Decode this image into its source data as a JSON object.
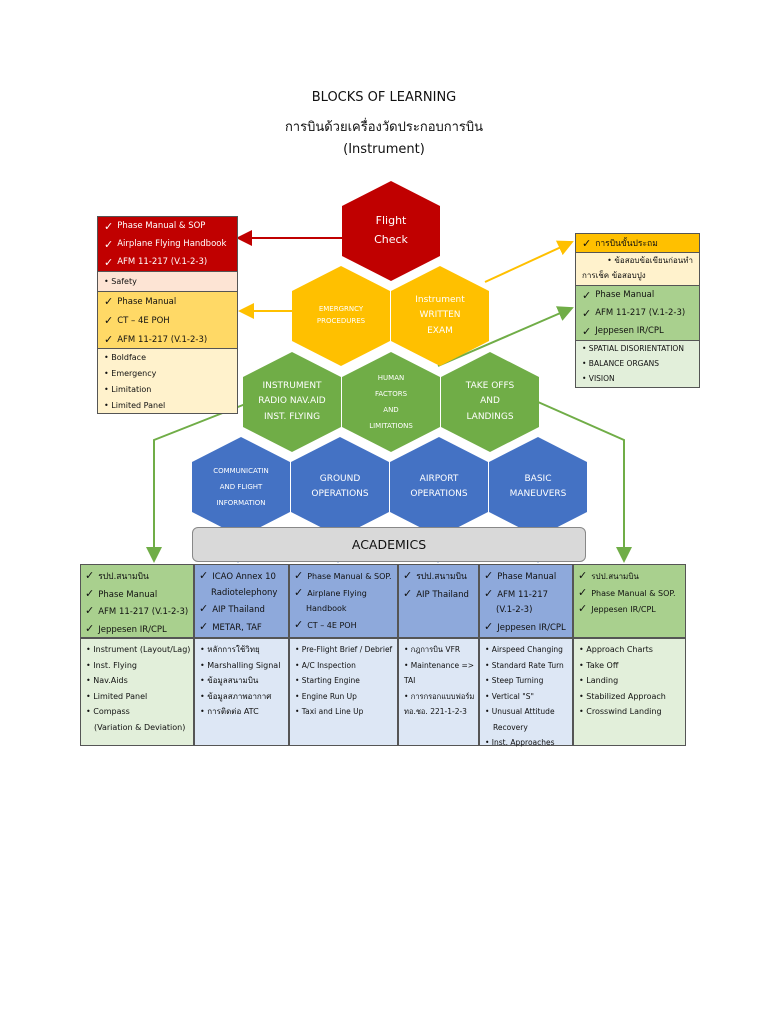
{
  "title": {
    "line1": "BLOCKS OF LEARNING",
    "line2": "การบินด้วยเครื่องวัดประกอบการบิน",
    "line3": "(Instrument)"
  },
  "hexagons": {
    "flight_check": [
      "Flight",
      "Check"
    ],
    "emergency": [
      "EMERGRNCY",
      "PROCEDURES"
    ],
    "instrument_written": [
      "Instrument",
      "WRITTEN",
      "EXAM"
    ],
    "instrument_radio": [
      "INSTRUMENT",
      "RADIO NAV.AID",
      "INST. FLYING"
    ],
    "human_factors": [
      "HUMAN",
      "FACTORS",
      "AND",
      "LIMITATIONS"
    ],
    "takeoffs": [
      "TAKE OFFS",
      "AND",
      "LANDINGS"
    ],
    "communication": [
      "COMMUNICATIN",
      "AND FLIGHT",
      "INFORMATION"
    ],
    "ground_ops": [
      "GROUND",
      "OPERATIONS"
    ],
    "airport_ops": [
      "AIRPORT",
      "OPERATIONS"
    ],
    "basic": [
      "BASIC",
      "MANEUVERS"
    ]
  },
  "left_boxes": {
    "red": [
      "Phase Manual & SOP",
      "Airplane Flying Handbook",
      "AFM 11-217 (V.1-2-3)"
    ],
    "red_sub": [
      "• Safety"
    ],
    "yellow": [
      "Phase Manual",
      "CT – 4E POH",
      "AFM 11-217 (V.1-2-3)"
    ],
    "yellow_sub": [
      "• Boldface",
      "• Emergency",
      "• Limitation",
      "• Limited Panel"
    ]
  },
  "right_boxes": {
    "yellow": [
      "การบินขั้นประถม"
    ],
    "yellow_sub": [
      "• ข้อสอบข้อเขียนก่อนทำ",
      "การเช็ค ข้อสอบปูง"
    ],
    "green": [
      "Phase Manual",
      "AFM 11-217 (V.1-2-3)",
      "Jeppesen IR/CPL"
    ],
    "green_sub": [
      "• SPATIAL DISORIENTATION",
      "• BALANCE ORGANS",
      "• VISION"
    ]
  },
  "academics": "ACADEMICS",
  "columns": [
    {
      "head": [
        "รปป.สนามบิน",
        "Phase Manual",
        "AFM 11-217 (V.1-2-3)",
        "Jeppesen IR/CPL"
      ],
      "body": [
        "• Instrument (Layout/Lag)",
        "• Inst. Flying",
        "• Nav.Aids",
        "• Limited Panel",
        "• Compass",
        "(Variation & Deviation)"
      ]
    },
    {
      "head": [
        "ICAO Annex 10",
        "Radiotelephony",
        "AIP Thailand",
        "METAR, TAF"
      ],
      "body": [
        "• หลักการใช้วิทยุ",
        "• Marshalling Signal",
        "• ข้อมูลสนามบิน",
        "• ข้อมูลสภาพอากาศ",
        "• การติดต่อ ATC"
      ]
    },
    {
      "head": [
        "Phase Manual & SOP.",
        "Airplane Flying",
        "Handbook",
        "CT – 4E POH"
      ],
      "body": [
        "• Pre-Flight Brief / Debrief",
        "• A/C Inspection",
        "• Starting Engine",
        "• Engine Run Up",
        "• Taxi and Line Up"
      ]
    },
    {
      "head": [
        "รปป.สนามบิน",
        "AIP Thailand"
      ],
      "body": [
        "• กฎการบิน VFR",
        "• Maintenance =>",
        "TAI",
        "• การกรอกแบบฟอร์ม",
        "ทอ.ชอ. 221-1-2-3"
      ]
    },
    {
      "head": [
        "Phase Manual",
        "AFM 11-217",
        "(V.1-2-3)",
        "Jeppesen IR/CPL"
      ],
      "body": [
        "• Airspeed Changing",
        "• Standard Rate Turn",
        "• Steep Turning",
        "• Vertical \"S\"",
        "• Unusual Attitude",
        "Recovery",
        "• Inst. Approaches"
      ]
    },
    {
      "head": [
        "รปป.สนามบิน",
        "Phase Manual & SOP.",
        "Jeppesen IR/CPL"
      ],
      "body": [
        "• Approach Charts",
        "• Take Off",
        "• Landing",
        "• Stabilized Approach",
        "• Crosswind Landing"
      ]
    }
  ],
  "colors": {
    "red": "#c00000",
    "red_light": "#fde4d4",
    "yellow": "#ffc000",
    "yellow_box": "#ffd966",
    "yellow_light": "#fff2cc",
    "green": "#70ad47",
    "green_box": "#a9d08e",
    "green_light": "#e2efda",
    "blue": "#4472c4",
    "blue_box": "#8ea9db",
    "blue_light": "#dde7f5"
  },
  "check_mark": "✓"
}
